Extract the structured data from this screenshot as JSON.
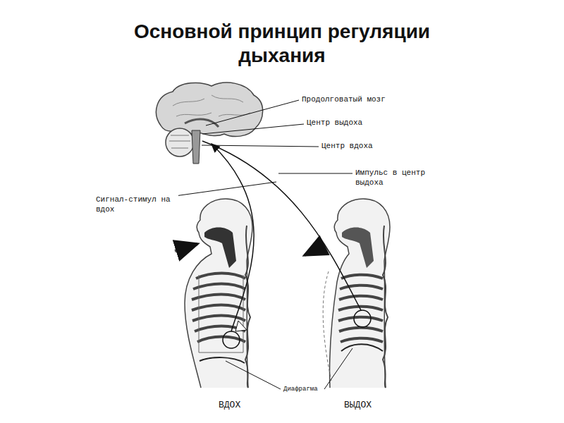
{
  "diagram": {
    "title": "Основной принцип регуляции дыхания",
    "labels": [
      "Продолговатый мозг",
      "Центр выдоха",
      "Центр вдоха",
      "Импульс в центр выдоха",
      "Сигнал-стимул на вдох",
      "Диафрагма",
      "ВДОХ",
      "ВЫДОХ"
    ]
  }
}
